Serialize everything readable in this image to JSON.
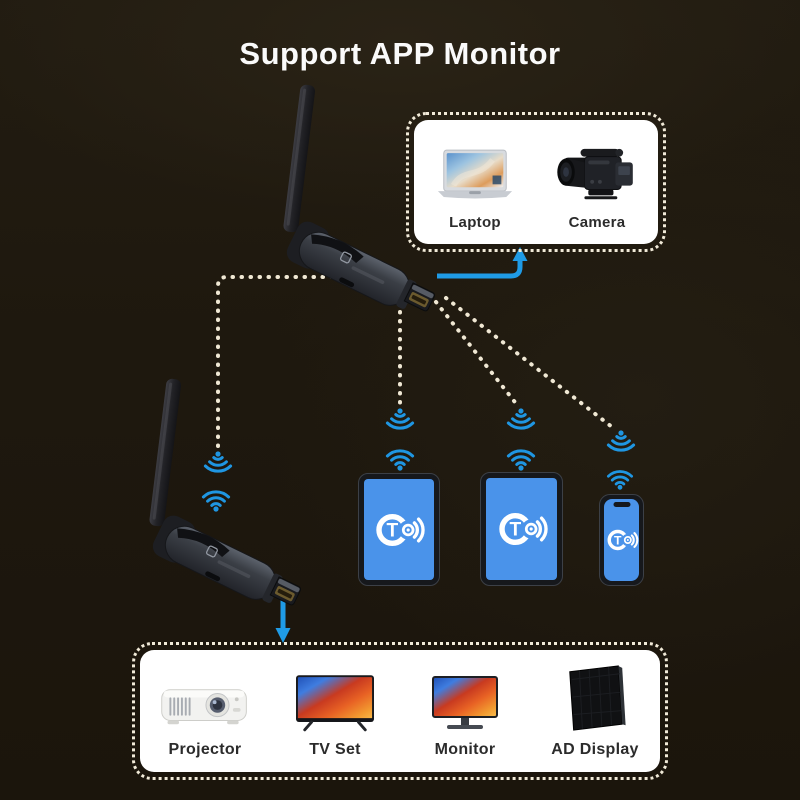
{
  "title": "Support APP Monitor",
  "colors": {
    "background": "#1e180e",
    "panel": "#ffffff",
    "accent_arrow_blue": "#1f9be6",
    "wifi_blue": "#1f96e2",
    "device_screen_blue": "#4a93ea",
    "dotted_line": "#f0e8d4",
    "label_text": "#2b2b2b",
    "title_text": "#fafafa"
  },
  "source_panel": {
    "items": [
      {
        "label": "Laptop",
        "icon": "laptop-image"
      },
      {
        "label": "Camera",
        "icon": "camera-image"
      }
    ]
  },
  "dongles": [
    {
      "name": "transmitter-dongle"
    },
    {
      "name": "receiver-dongle"
    }
  ],
  "app_devices": {
    "logo_letter": "T",
    "items": [
      {
        "type": "tablet-large"
      },
      {
        "type": "tablet-medium"
      },
      {
        "type": "smartphone"
      }
    ]
  },
  "output_panel": {
    "items": [
      {
        "label": "Projector",
        "icon": "projector-image"
      },
      {
        "label": "TV Set",
        "icon": "tv-image"
      },
      {
        "label": "Monitor",
        "icon": "monitor-image"
      },
      {
        "label": "AD Display",
        "icon": "ad-display-image"
      }
    ]
  }
}
